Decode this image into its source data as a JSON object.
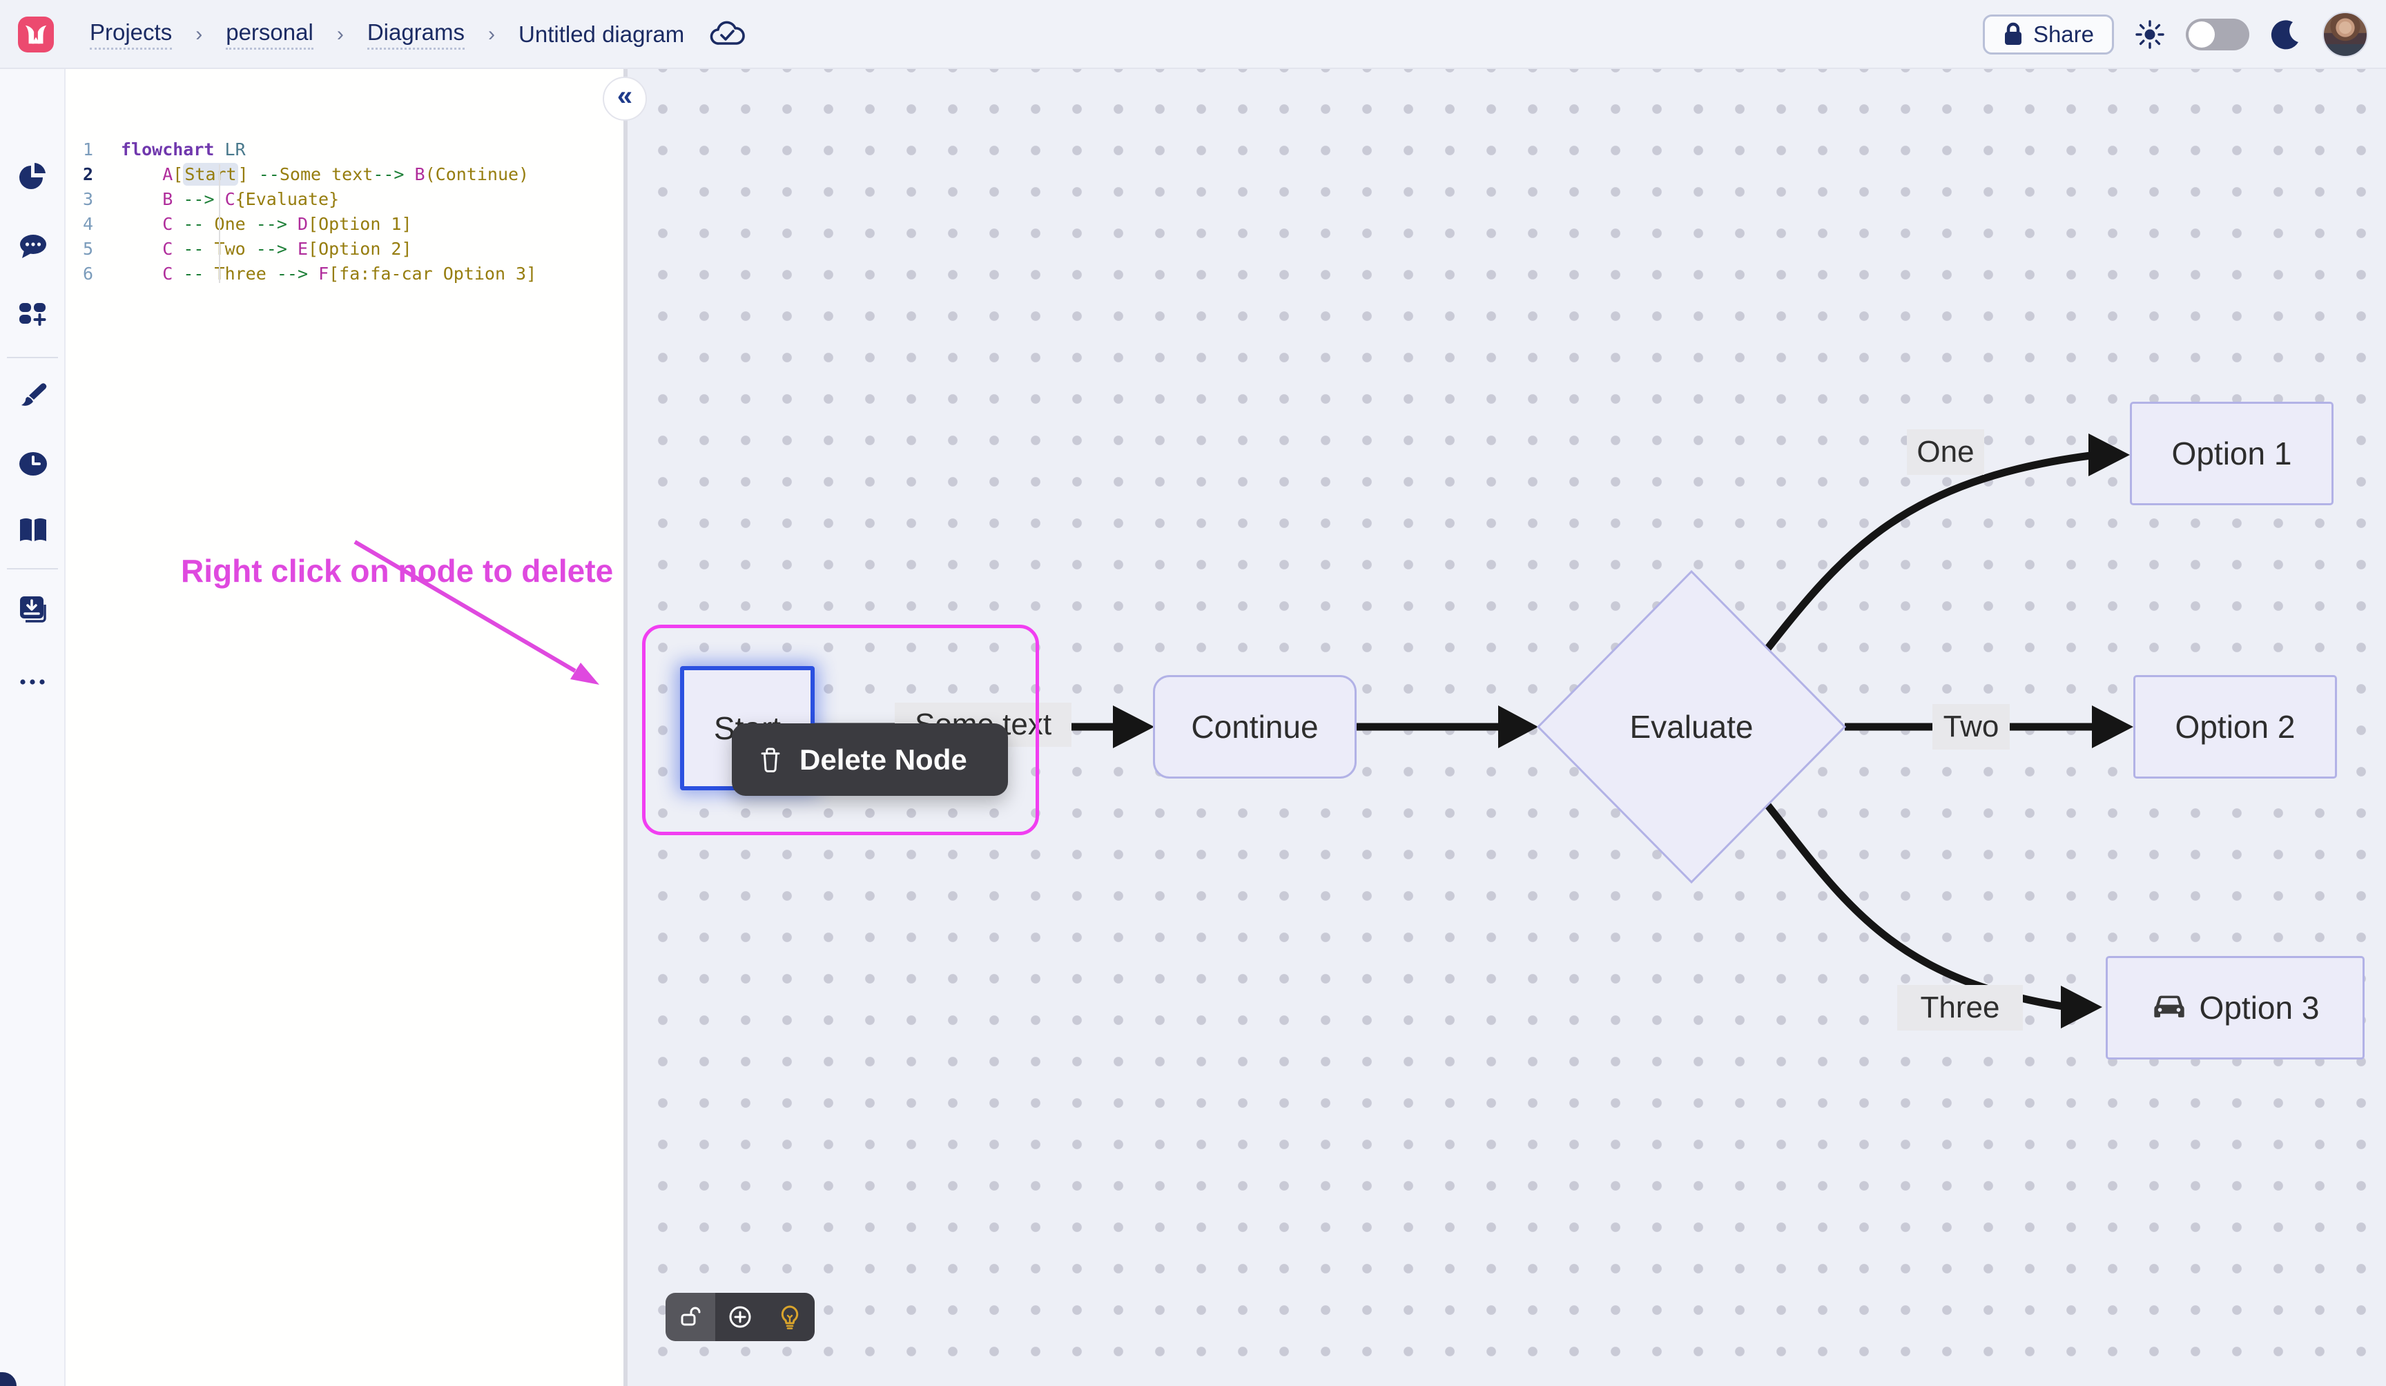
{
  "topbar": {
    "breadcrumb": {
      "projects": "Projects",
      "personal": "personal",
      "diagrams": "Diagrams",
      "current": "Untitled diagram",
      "separator": "›"
    },
    "share_label": "Share",
    "icons": [
      "mermaid-logo",
      "cloud-check",
      "lock",
      "sun",
      "moon"
    ],
    "theme_toggle_state": "light"
  },
  "sidebar": {
    "icons": [
      "pie-chart",
      "chat",
      "templates-add",
      "paintbrush",
      "history-clock",
      "docs-book",
      "download-tray",
      "more-ellipsis"
    ]
  },
  "editor": {
    "collapse_glyph": "«",
    "lines": [
      {
        "num": "1",
        "active": false,
        "tokens": [
          [
            "kw",
            "flowchart"
          ],
          [
            "pl",
            " "
          ],
          [
            "dir",
            "LR"
          ]
        ]
      },
      {
        "num": "2",
        "active": true,
        "tokens": [
          [
            "pl",
            "    "
          ],
          [
            "id",
            "A"
          ],
          [
            "str",
            "["
          ],
          [
            "str-hl",
            "Start"
          ],
          [
            "str",
            "]"
          ],
          [
            "pl",
            " "
          ],
          [
            "ar",
            "--"
          ],
          [
            "str",
            "Some text"
          ],
          [
            "ar",
            "-->"
          ],
          [
            "pl",
            " "
          ],
          [
            "id",
            "B"
          ],
          [
            "str",
            "(Continue)"
          ]
        ]
      },
      {
        "num": "3",
        "active": false,
        "tokens": [
          [
            "pl",
            "    "
          ],
          [
            "id",
            "B"
          ],
          [
            "pl",
            " "
          ],
          [
            "ar",
            "-->"
          ],
          [
            "pl",
            " "
          ],
          [
            "id",
            "C"
          ],
          [
            "str",
            "{Evaluate}"
          ]
        ]
      },
      {
        "num": "4",
        "active": false,
        "tokens": [
          [
            "pl",
            "    "
          ],
          [
            "id",
            "C"
          ],
          [
            "pl",
            " "
          ],
          [
            "ar",
            "--"
          ],
          [
            "pl",
            " "
          ],
          [
            "str",
            "One"
          ],
          [
            "pl",
            " "
          ],
          [
            "ar",
            "-->"
          ],
          [
            "pl",
            " "
          ],
          [
            "id",
            "D"
          ],
          [
            "str",
            "[Option 1]"
          ]
        ]
      },
      {
        "num": "5",
        "active": false,
        "tokens": [
          [
            "pl",
            "    "
          ],
          [
            "id",
            "C"
          ],
          [
            "pl",
            " "
          ],
          [
            "ar",
            "--"
          ],
          [
            "pl",
            " "
          ],
          [
            "str",
            "Two"
          ],
          [
            "pl",
            " "
          ],
          [
            "ar",
            "-->"
          ],
          [
            "pl",
            " "
          ],
          [
            "id",
            "E"
          ],
          [
            "str",
            "[Option 2]"
          ]
        ]
      },
      {
        "num": "6",
        "active": false,
        "tokens": [
          [
            "pl",
            "    "
          ],
          [
            "id",
            "C"
          ],
          [
            "pl",
            " "
          ],
          [
            "ar",
            "--"
          ],
          [
            "pl",
            " "
          ],
          [
            "str",
            "Three"
          ],
          [
            "pl",
            " "
          ],
          [
            "ar",
            "-->"
          ],
          [
            "pl",
            " "
          ],
          [
            "id",
            "F"
          ],
          [
            "str",
            "[fa:fa-car Option 3]"
          ]
        ]
      }
    ]
  },
  "annotation": {
    "text": "Right click on node to delete",
    "color": "#df49df"
  },
  "canvas": {
    "nodes": {
      "start": {
        "label": "Start"
      },
      "continue": {
        "label": "Continue"
      },
      "evaluate": {
        "label": "Evaluate"
      },
      "option1": {
        "label": "Option 1"
      },
      "option2": {
        "label": "Option 2"
      },
      "option3": {
        "label": "Option 3",
        "icon": "car-icon"
      }
    },
    "edge_labels": {
      "some_text": "Some text",
      "one": "One",
      "two": "Two",
      "three": "Three"
    },
    "context_menu": {
      "label": "Delete Node",
      "icon": "trash-icon"
    },
    "toolbar_icons": [
      "unlock",
      "circle-plus",
      "lightbulb"
    ]
  },
  "colors": {
    "accent_navy": "#1c2d66",
    "brand_pink": "#ec4a6f",
    "selection_magenta": "#f13ef1",
    "annotation_magenta": "#df49df",
    "node_fill": "#ececf9",
    "node_border": "#b2b2e6",
    "selected_node_border": "#2b50e0",
    "menu_bg": "#3b3b40",
    "bulb_yellow": "#d9a42c"
  }
}
